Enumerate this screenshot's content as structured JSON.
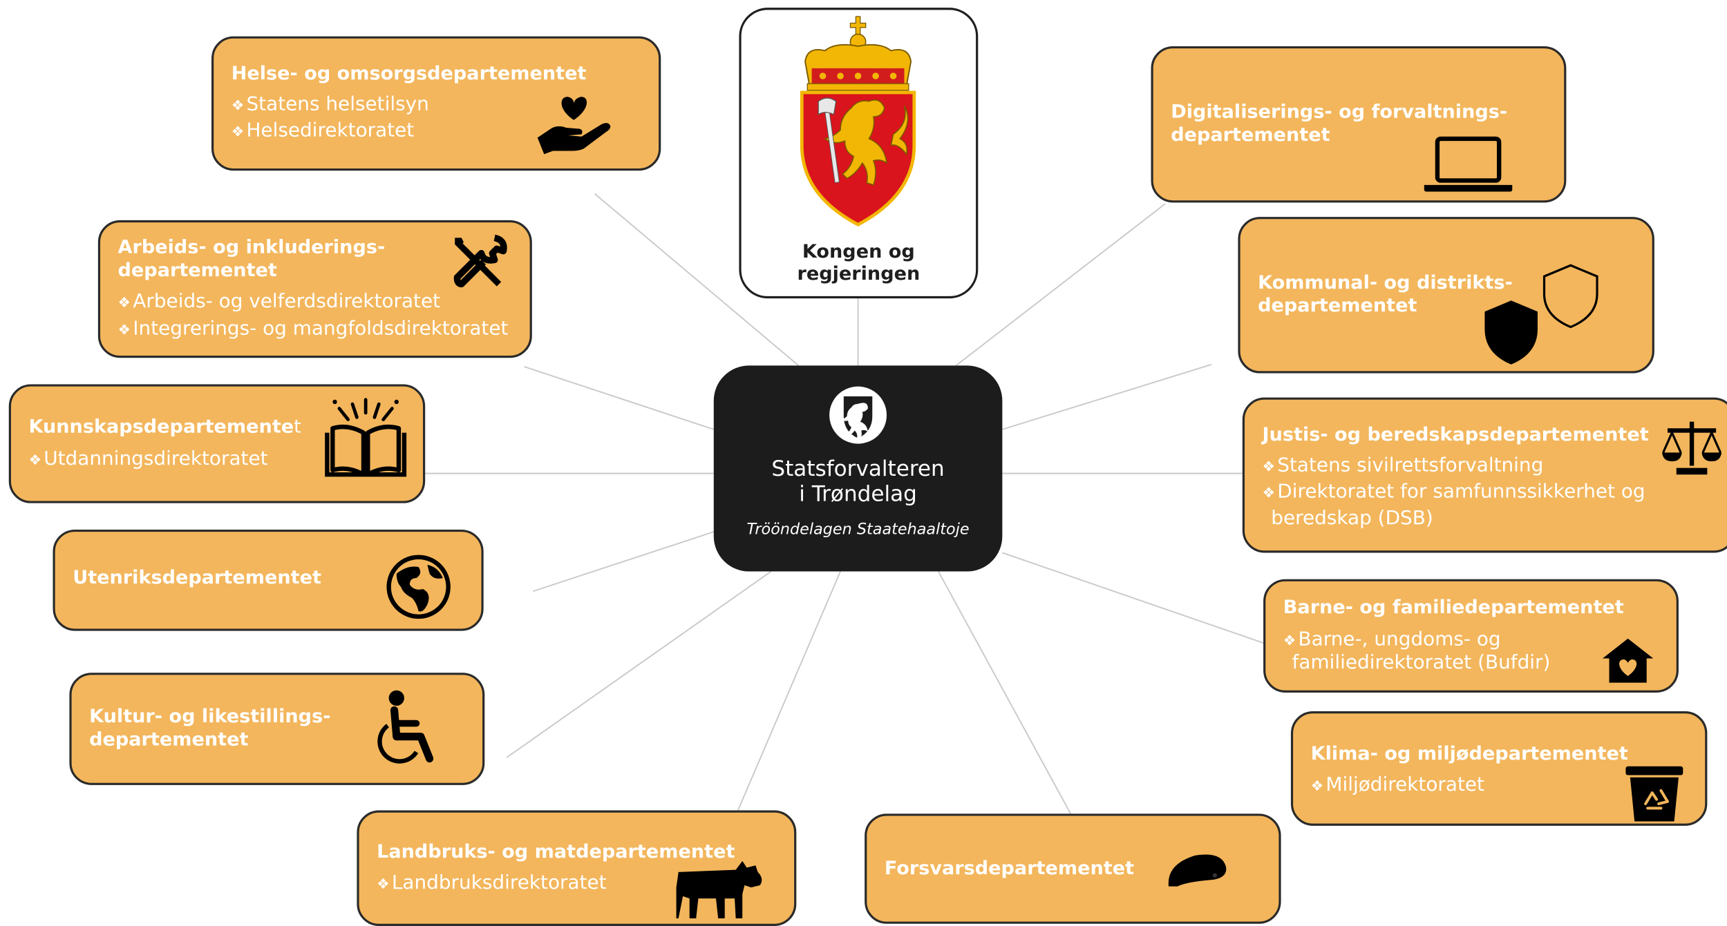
{
  "center": {
    "name": "Statsforvalteren\ni Trøndelag",
    "subtitle": "Trööndelagen Staatehaaltoje"
  },
  "king": {
    "label": "Kongen og\nregjeringen"
  },
  "departments": {
    "helse": {
      "title": "Helse- og omsorgsdepartementet",
      "items": [
        "Statens helsetilsyn",
        "Helsedirektoratet"
      ]
    },
    "arbeid": {
      "title": "Arbeids- og inkluderings-\ndepartementet",
      "items": [
        "Arbeids- og velferdsdirektoratet",
        "Integrerings- og mangfoldsdirektoratet"
      ]
    },
    "kunnskap": {
      "title": "Kunnskapsdepartemente",
      "title_end": "t",
      "items": [
        "Utdanningsdirektoratet"
      ]
    },
    "utenriks": {
      "title": "Utenriksdepartementet",
      "items": []
    },
    "kultur": {
      "title": "Kultur- og likestillings-\ndepartementet",
      "items": []
    },
    "landbruk": {
      "title": "Landbruks- og matdepartementet",
      "items": [
        "Landbruksdirektoratet"
      ]
    },
    "forsvar": {
      "title": "Forsvarsdepartementet",
      "items": []
    },
    "digital": {
      "title": "Digitaliserings- og forvaltnings-\ndepartementet",
      "items": []
    },
    "kommunal": {
      "title": "Kommunal- og distrikts-\ndepartementet",
      "items": []
    },
    "justis": {
      "title": "Justis- og beredskapsdepartementet",
      "items": [
        "Statens sivilrettsforvaltning",
        "Direktoratet for samfunnssikkerhet og",
        "beredskap (DSB)"
      ]
    },
    "barne": {
      "title": "Barne- og familiedepartementet",
      "items": [
        "Barne-, ungdoms- og",
        "familiedirektoratet (Bufdir)"
      ]
    },
    "klima": {
      "title": "Klima- og miljødepartementet",
      "items": [
        "Miljødirektoratet"
      ]
    }
  },
  "icons": {
    "helse": "heart-hand-icon",
    "arbeid": "tools-icon",
    "kunnskap": "open-book-icon",
    "utenriks": "globe-icon",
    "kultur": "wheelchair-icon",
    "landbruk": "cow-icon",
    "forsvar": "beret-icon",
    "digital": "laptop-icon",
    "kommunal": "shields-icon",
    "justis": "scales-icon",
    "barne": "house-heart-icon",
    "klima": "recycle-bin-icon"
  },
  "colors": {
    "box": "#f3b65c",
    "center": "#1c1c1c",
    "line": "#c9c9c9"
  }
}
